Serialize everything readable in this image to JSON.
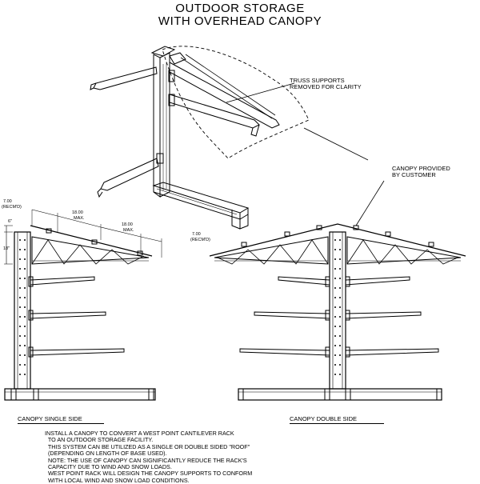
{
  "title": {
    "line1": "OUTDOOR STORAGE",
    "line2": "WITH OVERHEAD CANOPY"
  },
  "labels": {
    "truss_note_1": "TRUSS SUPPORTS",
    "truss_note_2": "REMOVED FOR CLARITY",
    "canopy_note_1": "CANOPY PROVIDED",
    "canopy_note_2": "BY CUSTOMER"
  },
  "dimensions": {
    "d_700_left": "7.00",
    "d_700_left_sub": "(RECM'D)",
    "d_1800_a": "18.00",
    "d_1800_a_sub": "MAX.",
    "d_1800_b": "18.00",
    "d_1800_b_sub": "MAX.",
    "d_700_right": "7.00",
    "d_700_right_sub": "(RECM'D)",
    "d_6": "6\"",
    "d_18": "18\""
  },
  "captions": {
    "single": "CANOPY SINGLE SIDE",
    "double": "CANOPY DOUBLE SIDE"
  },
  "notes": [
    "INSTALL A CANOPY TO CONVERT A WEST POINT CANTILEVER RACK",
    "  TO AN OUTDOOR STORAGE FACILITY.",
    "  THIS SYSTEM CAN BE UTILIZED AS A SINGLE OR DOUBLE SIDED \"ROOF\"",
    "  (DEPENDING ON LENGTH OF BASE USED).",
    "  NOTE: THE USE OF CANOPY CAN SIGNIFICANTLY REDUCE THE RACK'S",
    "  CAPACITY DUE TO WIND AND SNOW LOADS.",
    "  WEST POINT RACK WILL DESIGN THE CANOPY SUPPORTS TO CONFORM",
    "  WITH LOCAL WIND AND SNOW LOAD CONDITIONS."
  ]
}
